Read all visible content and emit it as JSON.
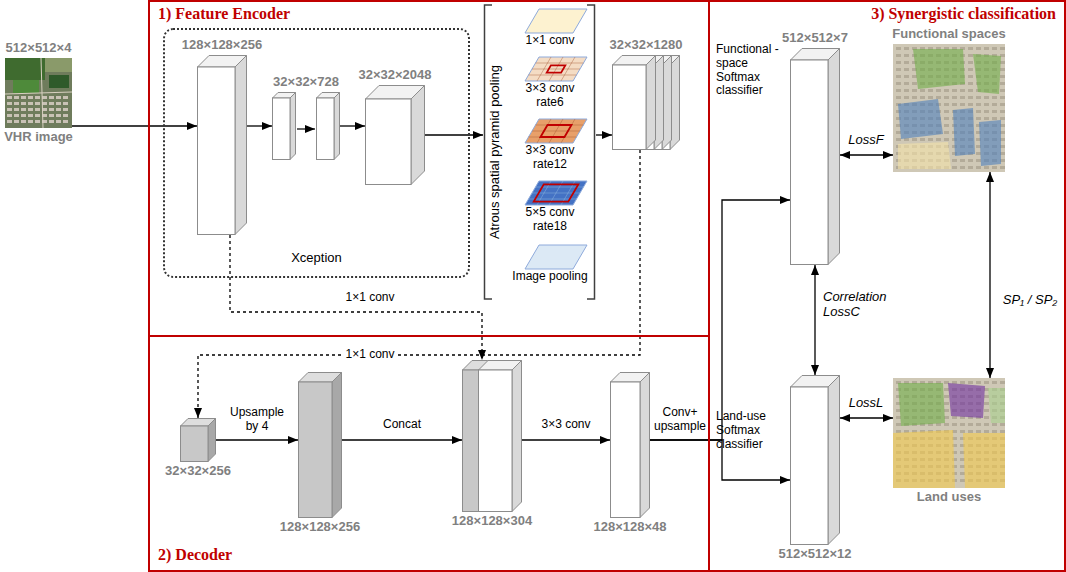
{
  "diagram": {
    "nodes": [
      {
        "text": [
          "512×512×4",
          "VHR image"
        ]
      },
      {
        "text": [
          "1) Feature Encoder"
        ]
      },
      {
        "text": [
          "Xception"
        ],
        "in": 1
      },
      {
        "text": [
          "128×128×256"
        ],
        "in": 2
      },
      {
        "text": [
          "32×32×728"
        ],
        "in": 2
      },
      {
        "text": [
          "32×32×2048"
        ],
        "in": 2
      },
      {
        "text": [
          "Atrous spatial pyramid pooling"
        ],
        "in": 1
      },
      {
        "text": [
          "1×1 conv"
        ],
        "in": 6
      },
      {
        "text": [
          "3×3 conv rate6"
        ],
        "in": 6
      },
      {
        "text": [
          "3×3 conv rate12"
        ],
        "in": 6
      },
      {
        "text": [
          "5×5 conv rate18"
        ],
        "in": 6
      },
      {
        "text": [
          "Image pooling"
        ],
        "in": 6
      },
      {
        "text": [
          "32×32×1280"
        ],
        "in": 1
      },
      {
        "text": [
          "2) Decoder"
        ]
      },
      {
        "text": [
          "32×32×256"
        ],
        "in": 13
      },
      {
        "text": [
          "128×128×256"
        ],
        "in": 13
      },
      {
        "text": [
          "128×128×304"
        ],
        "in": 13
      },
      {
        "text": [
          "128×128×48"
        ],
        "in": 13
      },
      {
        "text": [
          "3) Synergistic classification"
        ]
      },
      {
        "text": [
          "512×512×7",
          "Functional -space Softmax classifier"
        ],
        "in": 18
      },
      {
        "text": [
          "Functional spaces"
        ],
        "in": 18
      },
      {
        "text": [
          "Land-use Softmax classifier",
          "512×512×12"
        ],
        "in": 18
      },
      {
        "text": [
          "Land uses"
        ],
        "in": 18
      }
    ],
    "edges": [
      {
        "from": 0,
        "to": 3,
        "arrow": "to"
      },
      {
        "from": 3,
        "to": 4,
        "arrow": "to"
      },
      {
        "from": 4,
        "to": 5,
        "arrow": "to"
      },
      {
        "from": 5,
        "to": 6,
        "arrow": "to"
      },
      {
        "from": 6,
        "to": 12,
        "arrow": "to"
      },
      {
        "from": 3,
        "to": 16,
        "label": "1×1 conv",
        "arrow": "to"
      },
      {
        "from": 12,
        "to": 14,
        "label": "1×1 conv",
        "arrow": "to"
      },
      {
        "from": 14,
        "to": 15,
        "label": "Upsample by 4",
        "arrow": "to"
      },
      {
        "from": 15,
        "to": 16,
        "label": "Concat",
        "arrow": "to"
      },
      {
        "from": 16,
        "to": 17,
        "label": "3×3 conv",
        "arrow": "to"
      },
      {
        "from": 17,
        "to": 19,
        "label": "Conv+ upsample",
        "arrow": "to"
      },
      {
        "from": 17,
        "to": 21,
        "arrow": "to"
      },
      {
        "from": 19,
        "to": 20,
        "label": "LossF",
        "arrow": "both"
      },
      {
        "from": 21,
        "to": 22,
        "label": "LossL",
        "arrow": "both"
      },
      {
        "from": 19,
        "to": 21,
        "label": "Correlation LossC",
        "arrow": "both"
      },
      {
        "from": 20,
        "to": 22,
        "label": "SP₁ / SP₂",
        "arrow": "both"
      }
    ]
  }
}
